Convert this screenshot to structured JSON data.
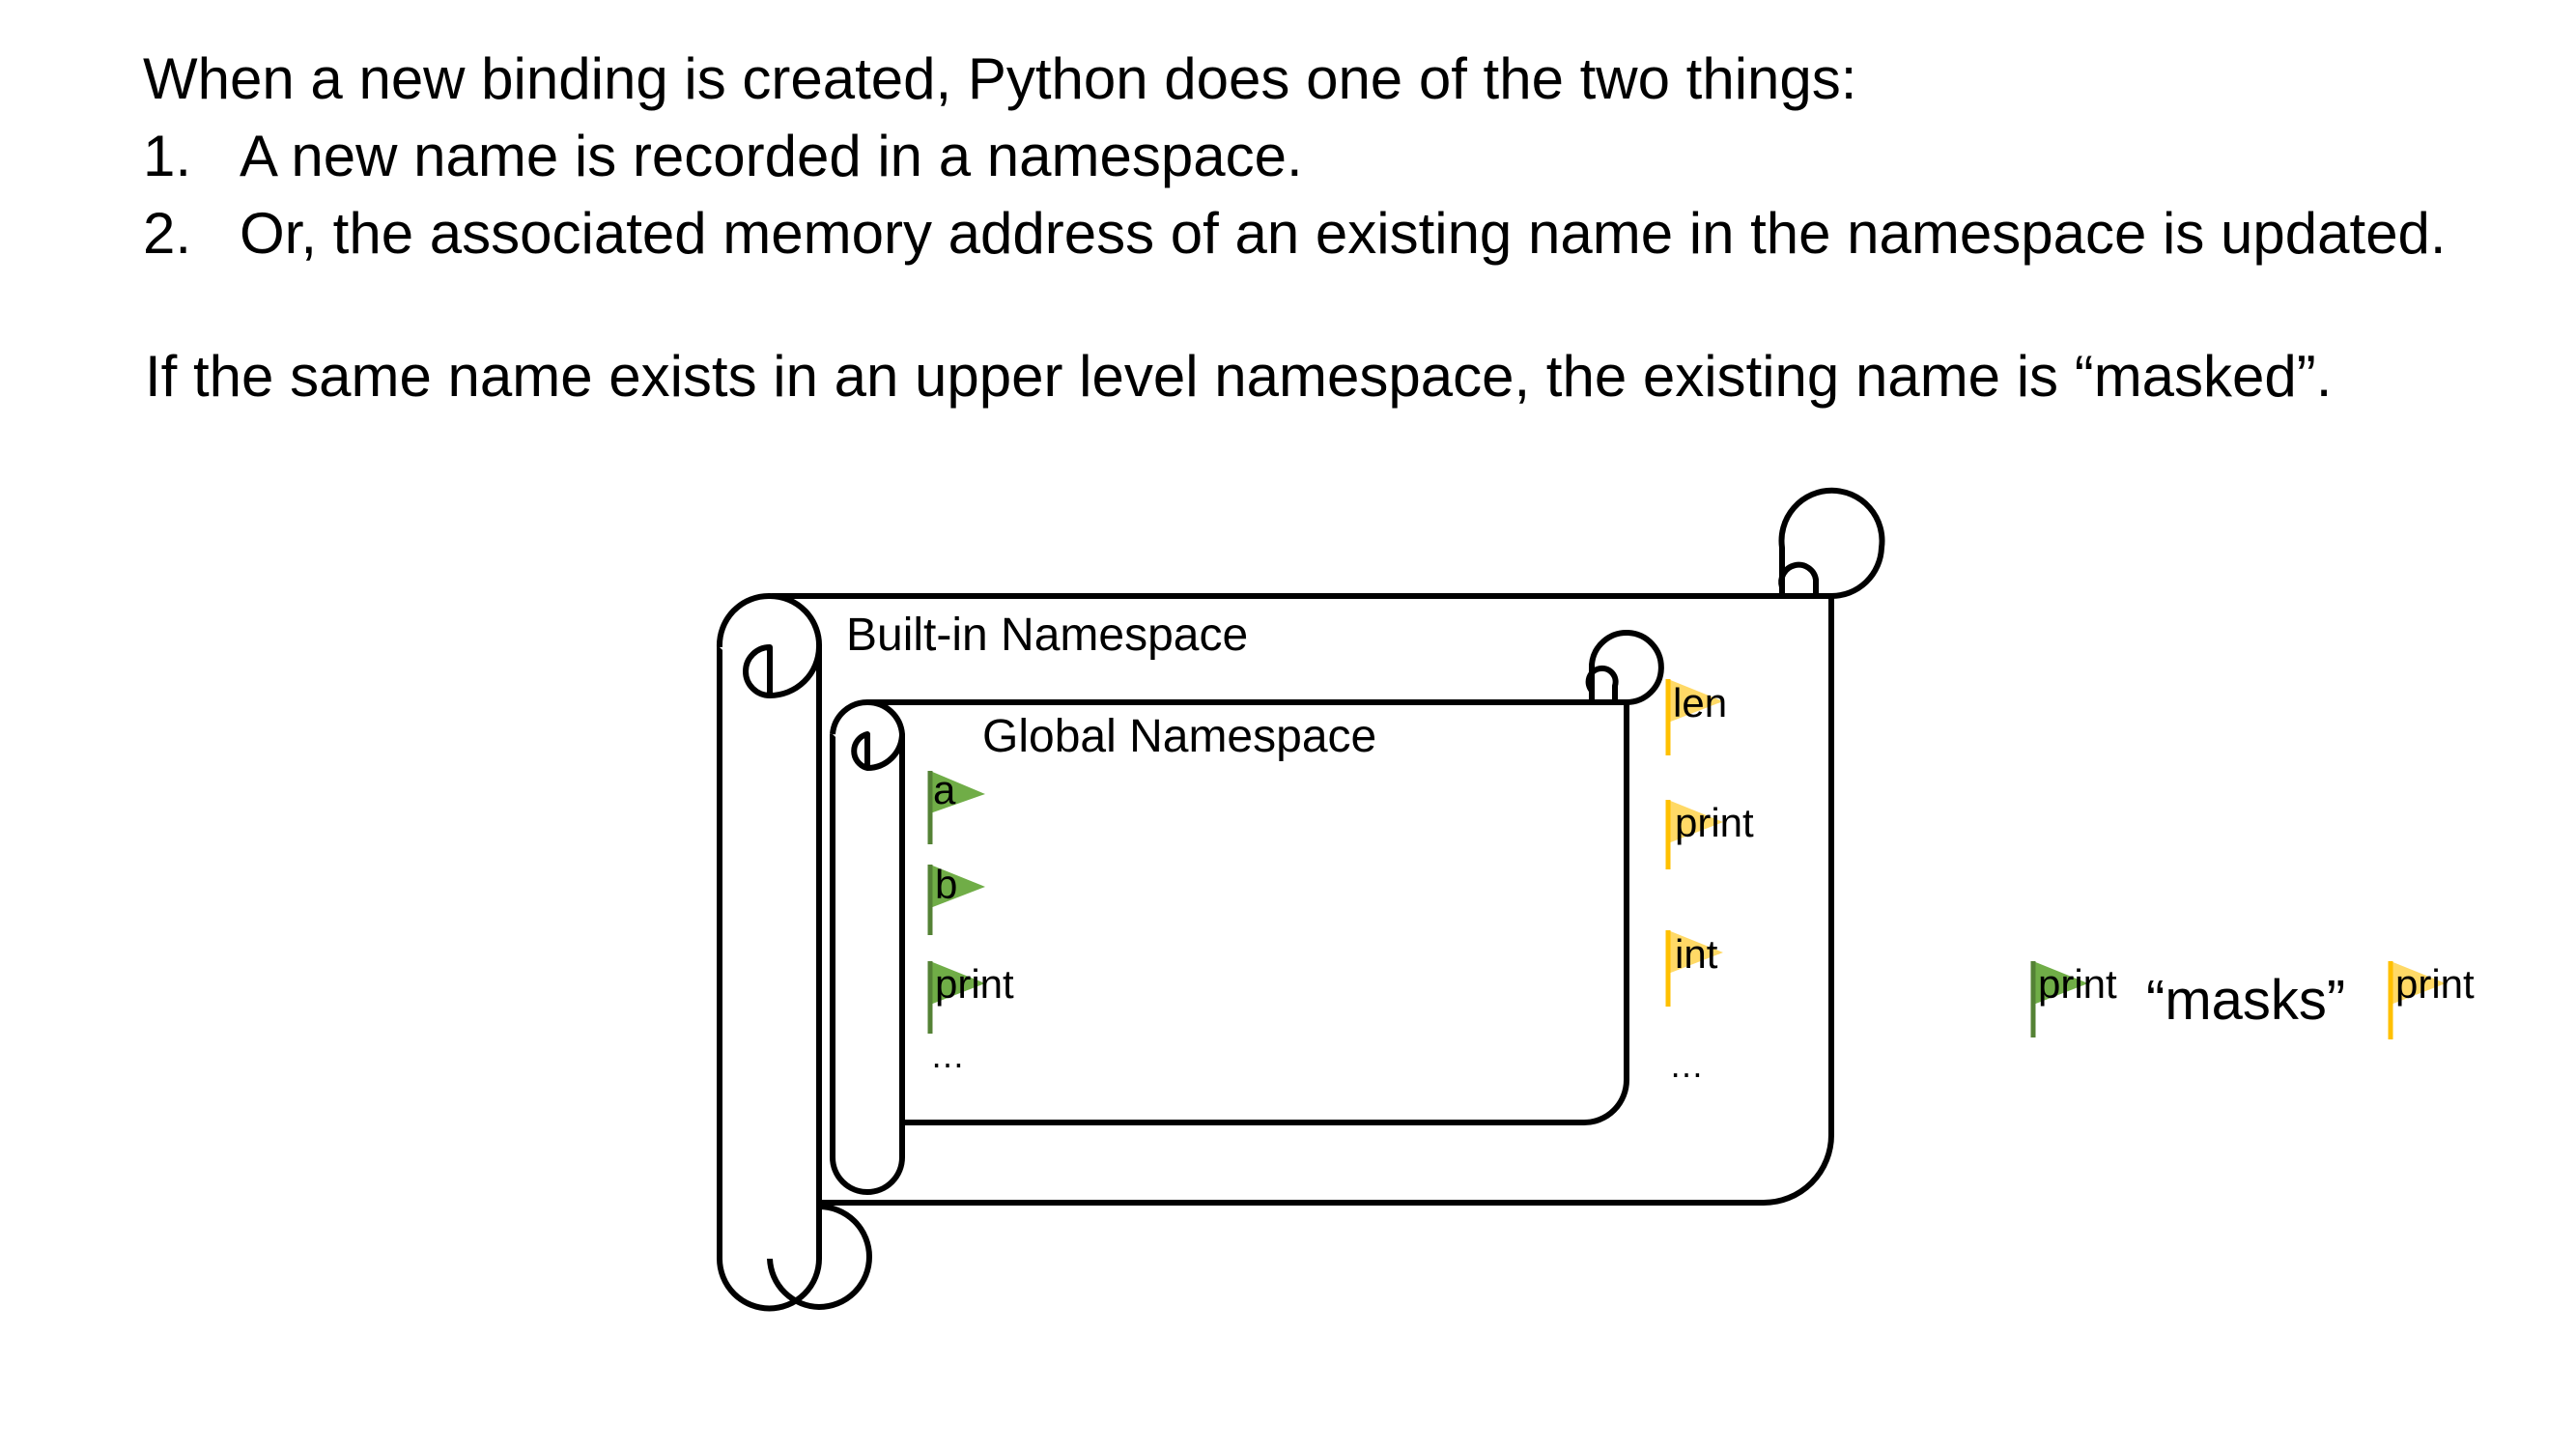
{
  "slide": {
    "intro": "When a new binding is created, Python does one of the two things:",
    "items": [
      {
        "num": "1.",
        "text": "A new name is recorded in a namespace."
      },
      {
        "num": "2.",
        "text": "Or, the associated memory address of an existing name in the namespace is updated."
      }
    ],
    "note": "If the same name exists in an upper level namespace, the existing name is “masked”."
  },
  "diagram": {
    "builtin": {
      "title": "Built-in Namespace",
      "names": [
        "len",
        "print",
        "int"
      ],
      "more": "…",
      "flag_color": "#FFC000"
    },
    "global": {
      "title": "Global Namespace",
      "names": [
        "a",
        "b",
        "print"
      ],
      "more": "…",
      "flag_color": "#70AD47"
    },
    "masking": {
      "left_name": "print",
      "verb": "“masks”",
      "right_name": "print"
    }
  },
  "colors": {
    "green_flag": "#70AD47",
    "green_pole": "#548235",
    "yellow_flag": "#FFD966",
    "yellow_pole": "#FFC000"
  }
}
